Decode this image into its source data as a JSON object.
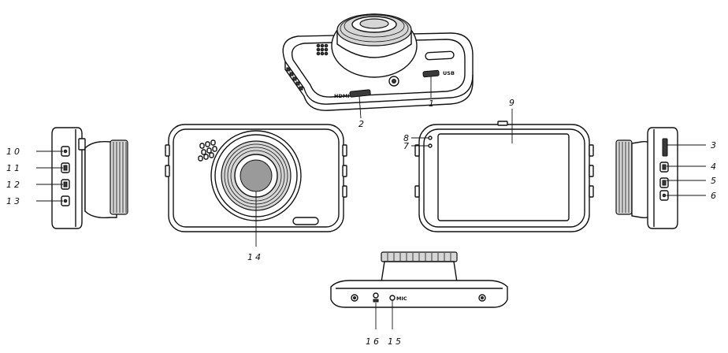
{
  "callouts": [
    {
      "id": "c1",
      "label": "1"
    },
    {
      "id": "c2",
      "label": "2"
    },
    {
      "id": "c3",
      "label": "3"
    },
    {
      "id": "c4",
      "label": "4"
    },
    {
      "id": "c5",
      "label": "5"
    },
    {
      "id": "c6",
      "label": "6"
    },
    {
      "id": "c7",
      "label": "7"
    },
    {
      "id": "c8",
      "label": "8"
    },
    {
      "id": "c9",
      "label": "9"
    },
    {
      "id": "c10",
      "label": "10"
    },
    {
      "id": "c11",
      "label": "11"
    },
    {
      "id": "c12",
      "label": "12"
    },
    {
      "id": "c13",
      "label": "13"
    },
    {
      "id": "c14",
      "label": "14"
    },
    {
      "id": "c15",
      "label": "15"
    },
    {
      "id": "c16",
      "label": "16"
    }
  ],
  "ports": {
    "hdmi": "HDMI",
    "usb": "USB",
    "mic": "MIC"
  }
}
